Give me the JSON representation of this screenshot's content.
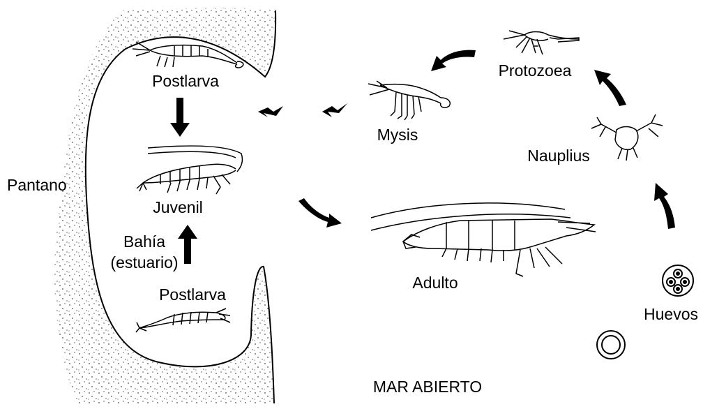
{
  "diagram": {
    "labels": {
      "postlarva_top": "Postlarva",
      "juvenil": "Juvenil",
      "bahia_line1": "Bahía",
      "bahia_line2": "(estuario)",
      "postlarva_bottom": "Postlarva",
      "pantano": "Pantano",
      "mysis": "Mysis",
      "protozoea": "Protozoea",
      "nauplius": "Nauplius",
      "adulto": "Adulto",
      "huevos": "Huevos",
      "mar_abierto": "MAR ABIERTO"
    },
    "icons": [
      "arrow-icon",
      "shrimp-icon",
      "egg-icon",
      "larva-icon"
    ],
    "colors": {
      "ink": "#000000",
      "paper": "#ffffff"
    }
  }
}
